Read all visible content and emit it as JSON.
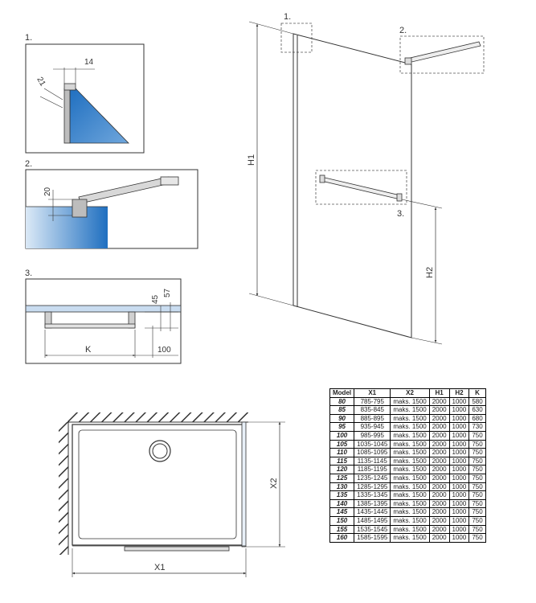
{
  "details": {
    "d1": {
      "label": "1.",
      "dim_a": "14",
      "dim_b": "21"
    },
    "d2": {
      "label": "2.",
      "dim_a": "20"
    },
    "d3": {
      "label": "3.",
      "dim_a": "45",
      "dim_b": "57",
      "dim_k": "K",
      "dim_c": "100"
    }
  },
  "main": {
    "callouts": [
      "1.",
      "2.",
      "3."
    ],
    "dim_h1": "H1",
    "dim_h2": "H2"
  },
  "plan": {
    "dim_x1": "X1",
    "dim_x2": "X2"
  },
  "table": {
    "headers": [
      "Model",
      "X1",
      "X2",
      "H1",
      "H2",
      "K"
    ],
    "rows": [
      [
        "80",
        "785-795",
        "maks. 1500",
        "2000",
        "1000",
        "580"
      ],
      [
        "85",
        "835-845",
        "maks. 1500",
        "2000",
        "1000",
        "630"
      ],
      [
        "90",
        "885-895",
        "maks. 1500",
        "2000",
        "1000",
        "680"
      ],
      [
        "95",
        "935-945",
        "maks. 1500",
        "2000",
        "1000",
        "730"
      ],
      [
        "100",
        "985-995",
        "maks. 1500",
        "2000",
        "1000",
        "750"
      ],
      [
        "105",
        "1035-1045",
        "maks. 1500",
        "2000",
        "1000",
        "750"
      ],
      [
        "110",
        "1085-1095",
        "maks. 1500",
        "2000",
        "1000",
        "750"
      ],
      [
        "115",
        "1135-1145",
        "maks. 1500",
        "2000",
        "1000",
        "750"
      ],
      [
        "120",
        "1185-1195",
        "maks. 1500",
        "2000",
        "1000",
        "750"
      ],
      [
        "125",
        "1235-1245",
        "maks. 1500",
        "2000",
        "1000",
        "750"
      ],
      [
        "130",
        "1285-1295",
        "maks. 1500",
        "2000",
        "1000",
        "750"
      ],
      [
        "135",
        "1335-1345",
        "maks. 1500",
        "2000",
        "1000",
        "750"
      ],
      [
        "140",
        "1385-1395",
        "maks. 1500",
        "2000",
        "1000",
        "750"
      ],
      [
        "145",
        "1435-1445",
        "maks. 1500",
        "2000",
        "1000",
        "750"
      ],
      [
        "150",
        "1485-1495",
        "maks. 1500",
        "2000",
        "1000",
        "750"
      ],
      [
        "155",
        "1535-1545",
        "maks. 1500",
        "2000",
        "1000",
        "750"
      ],
      [
        "160",
        "1585-1595",
        "maks. 1500",
        "2000",
        "1000",
        "750"
      ]
    ]
  },
  "colors": {
    "glass_dark": "#1f6fc0",
    "glass_light": "#cfe2f4",
    "line": "#333333"
  }
}
